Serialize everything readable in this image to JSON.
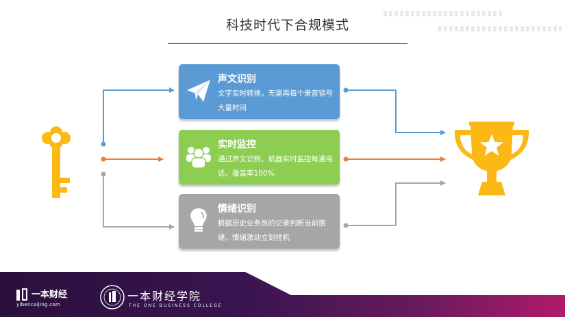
{
  "header": {
    "title": "科技时代下合规模式"
  },
  "cards": [
    {
      "title": "声文识别",
      "desc": "文字实时转换，无需再每个录音销号大量时间",
      "icon": "paper-plane-icon",
      "color": "#5b9bd5"
    },
    {
      "title": "实时监控",
      "desc": "通过声文识别，机器实时监控每通电话，覆盖率100%.",
      "icon": "people-group-icon",
      "color": "#8ccd52"
    },
    {
      "title": "情绪识别",
      "desc": "根据历史业务员的记录判断当前情绪，情绪激动立刻挂机",
      "icon": "lightbulb-icon",
      "color": "#a6a6a6"
    }
  ],
  "left_icon": "key-icon",
  "right_icon": "trophy-icon",
  "connector_colors": {
    "blue": "#5b9bd5",
    "orange": "#ed7d31",
    "gray": "#a6a6a6"
  },
  "footer": {
    "brand1_name": "一本财经",
    "brand1_url": "yibencaijing.com",
    "brand2_name": "一本财经学院",
    "brand2_sub": "THE ONE BUSINESS COLLEGE"
  }
}
